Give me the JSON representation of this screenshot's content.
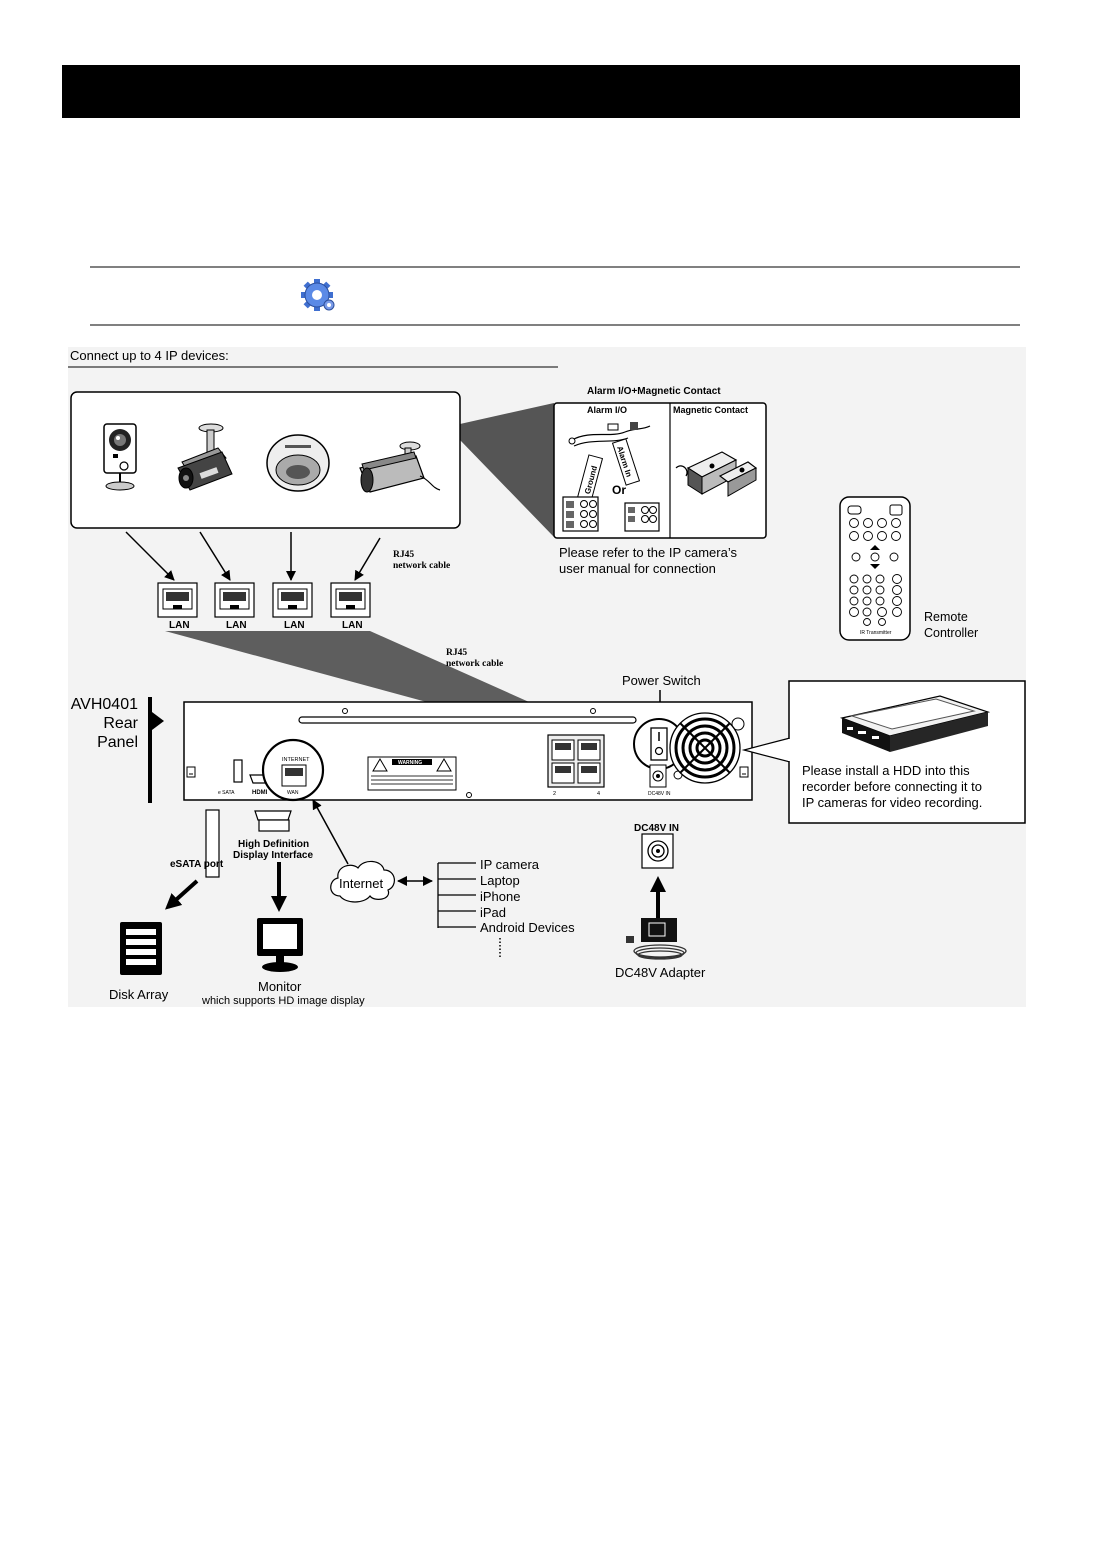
{
  "colors": {
    "header_bar": "#000000",
    "diagram_bg": "#f3f3f3",
    "wedge": "#555555",
    "gear": "#4f7fe0"
  },
  "note": {
    "icon": "gear-icon"
  },
  "diagram": {
    "heading": "Connect up to 4 IP devices:",
    "alarm": {
      "title": "Alarm I/O+Magnetic Contact",
      "alarm_io": "Alarm I/O",
      "magnetic_contact": "Magnetic Contact",
      "or": "Or",
      "ground": "Ground",
      "alarm_in": "Alarm In"
    },
    "camera_note": [
      "Please refer to the IP camera’s",
      "user manual for connection"
    ],
    "remote": {
      "label": [
        "Remote",
        "Controller"
      ],
      "ir": "IR Transmitter"
    },
    "cable_label_top": [
      "RJ45",
      "network cable"
    ],
    "cable_label_mid": [
      "RJ45",
      "network cable"
    ],
    "lan_ports": [
      "LAN",
      "LAN",
      "LAN",
      "LAN"
    ],
    "power_switch": "Power Switch",
    "model": [
      "AVH0401",
      "Rear",
      "Panel"
    ],
    "panel": {
      "esata": "e SATA",
      "hdmi": "HDMI",
      "internet": "INTERNET",
      "wan": "WAN",
      "warning": "WARNING",
      "port_numbers": [
        "2",
        "4"
      ],
      "dc_in": "DC48V IN"
    },
    "hdd_note": [
      "Please install a HDD into this",
      "recorder before connecting it to",
      "IP cameras for video recording."
    ],
    "dc_in": "DC48V IN",
    "adapter": "DC48V Adapter",
    "esata_port": "eSATA port",
    "disk_array": "Disk Array",
    "hdmi_interface": [
      "High Definition",
      "Display Interface"
    ],
    "monitor": "Monitor",
    "monitor_note": "which supports HD image display",
    "internet": "Internet",
    "devices": [
      "IP camera",
      "Laptop",
      "iPhone",
      "iPad",
      "Android Devices"
    ]
  }
}
